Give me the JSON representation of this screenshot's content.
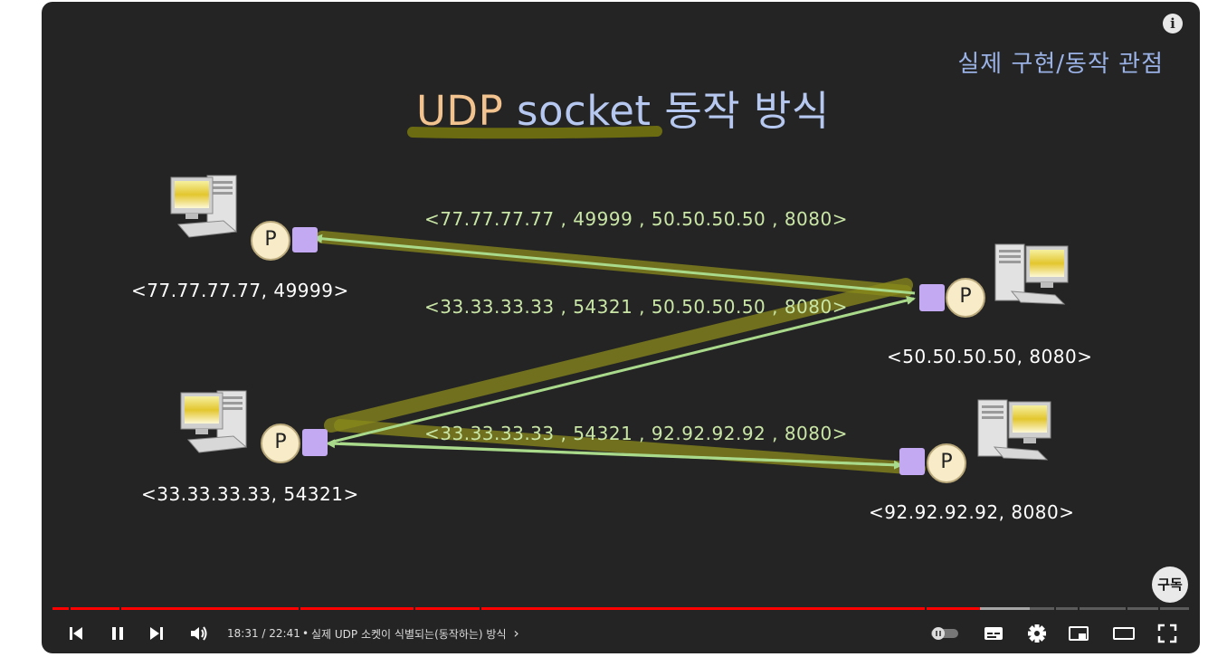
{
  "video": {
    "corner_title": "실제 구현/동작 관점",
    "title_udp": "UDP",
    "title_socket": "socket",
    "title_rest": "동작 방식",
    "process_letter": "P",
    "packets": {
      "top": "<77.77.77.77 , 49999 , 50.50.50.50 , 8080>",
      "middle": "<33.33.33.33 , 54321 , 50.50.50.50 , 8080>",
      "bottom": "<33.33.33.33 , 54321 , 92.92.92.92 , 8080>"
    },
    "hosts": {
      "left_top": "<77.77.77.77, 49999>",
      "left_bottom": "<33.33.33.33, 54321>",
      "right_top": "<50.50.50.50, 8080>",
      "right_bottom": "<92.92.92.92, 8080>"
    },
    "subscribe_label": "구독"
  },
  "player": {
    "time": "18:31 / 22:41",
    "separator": "•",
    "chapter": "실제 UDP 소켓이 식별되는(동작하는) 방식",
    "chapter_chevron": "›",
    "progress_played": 0.8157,
    "progress_buffered": 0.86,
    "colors": {
      "played": "#ff0000",
      "highlight": "#8a8a1c",
      "arrow": "#a9d98a",
      "port_square": "#c3a8f2"
    }
  }
}
